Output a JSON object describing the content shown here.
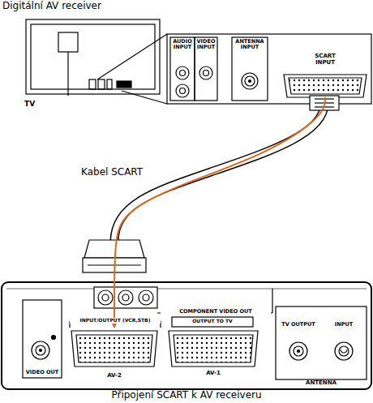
{
  "diagram": {
    "title": "Digitální AV receiver",
    "caption": "Připojení SCART k AV receiveru",
    "nodes": [
      {
        "text": [
          "SCART INPUT"
        ]
      },
      {
        "text": [
          "AV-2"
        ]
      }
    ],
    "edges": [
      {
        "from": 0,
        "to": 1,
        "arrow": "to",
        "label": "Kabel SCART"
      }
    ],
    "labels": [
      "TV",
      "AUDIO INPUT",
      "VIDEO INPUT",
      "ANTENNA INPUT",
      "COMPONENT VIDEO OUT",
      "INPUT/OUTPUT (VCR,STB)",
      "OUTPUT TO TV",
      "AV-1",
      "VIDEO OUT",
      "TV OUTPUT",
      "INPUT",
      "ANTENNA"
    ]
  }
}
